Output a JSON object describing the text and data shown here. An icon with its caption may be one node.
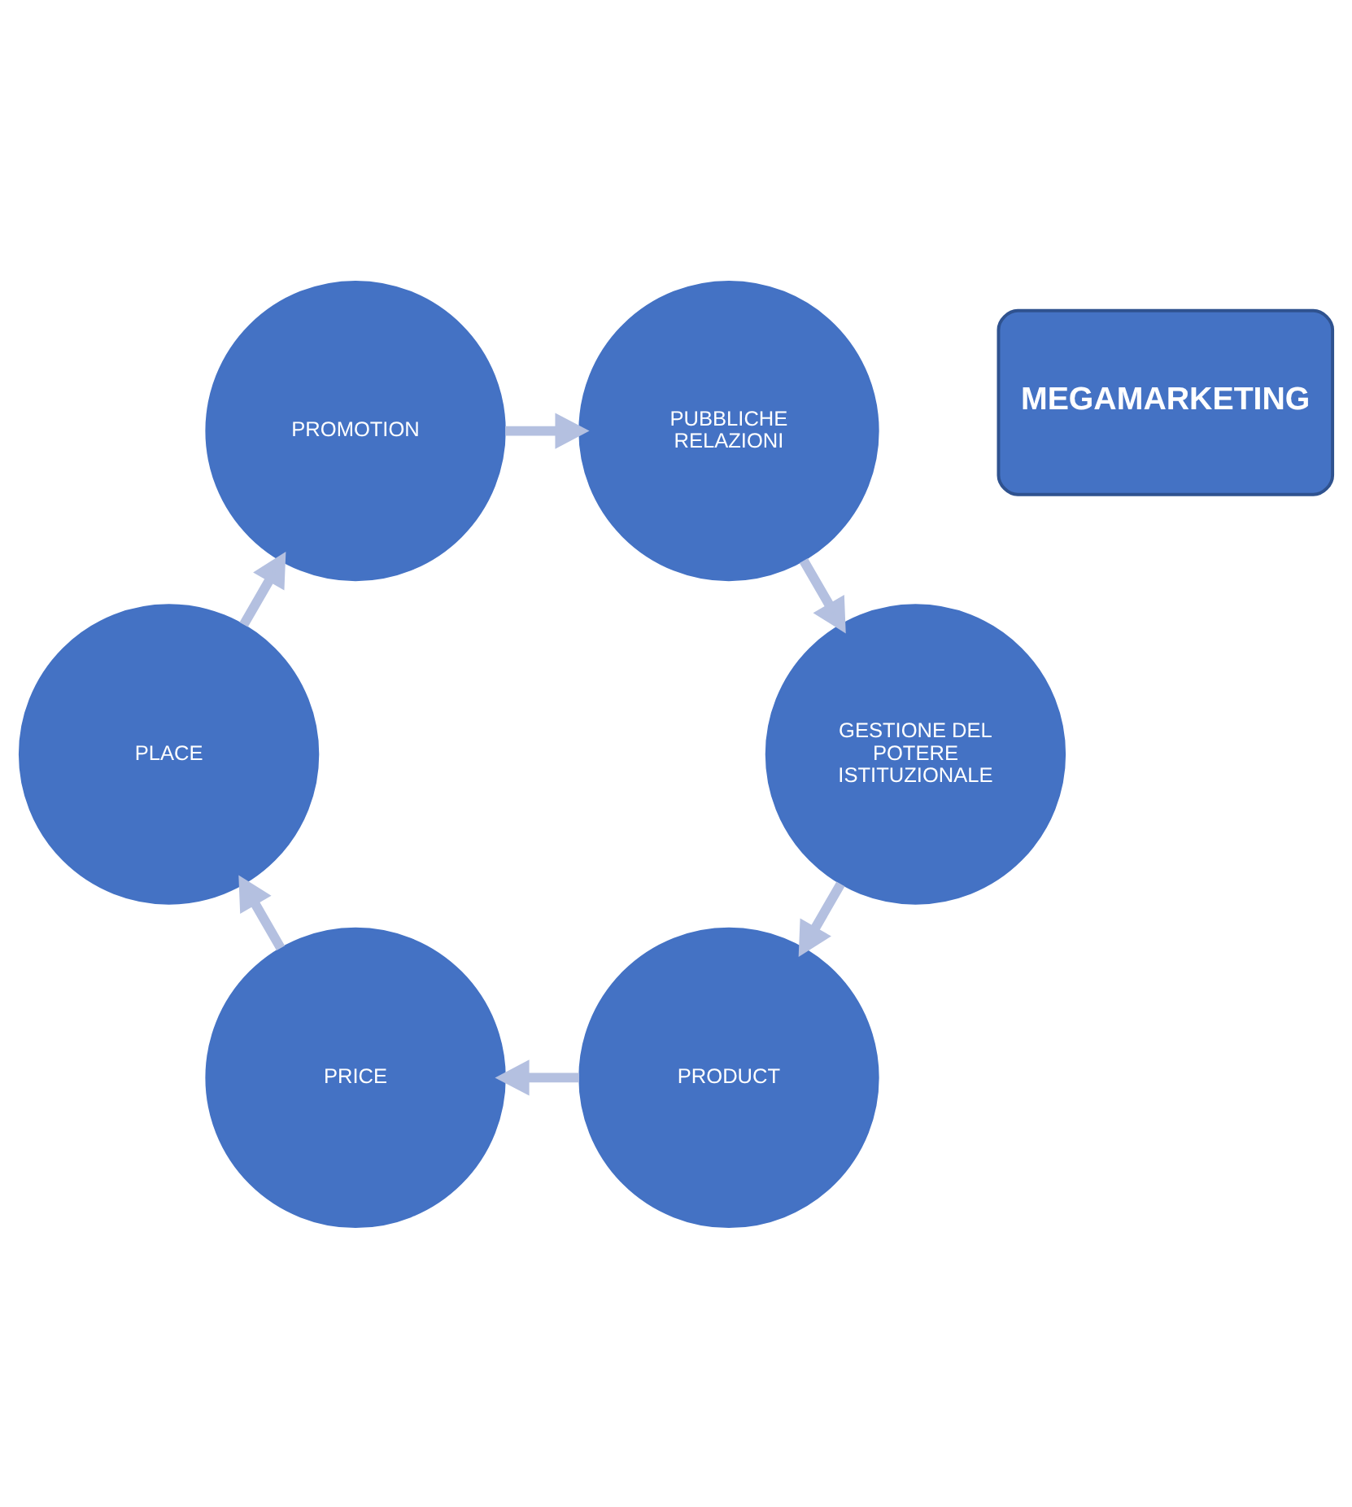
{
  "diagram": {
    "nodes": [
      {
        "text": [
          "PRODUCT"
        ]
      },
      {
        "text": [
          "GESTIONE DEL POTERE ISTITUZIONALE"
        ]
      },
      {
        "text": [
          "PRICE"
        ]
      },
      {
        "text": [
          "MEGAMARKETING"
        ]
      },
      {
        "text": [
          "PUBBLICHE RELAZIONI"
        ]
      },
      {
        "text": [
          "PLACE"
        ]
      },
      {
        "text": [
          "PROMOTION"
        ]
      }
    ],
    "edges": [
      {
        "from": 1,
        "to": 0,
        "arrow": "to"
      },
      {
        "from": 0,
        "to": 2,
        "arrow": "to"
      },
      {
        "from": 2,
        "to": 5,
        "arrow": "to"
      },
      {
        "from": 5,
        "to": 6,
        "arrow": "to"
      },
      {
        "from": 6,
        "to": 4,
        "arrow": "to"
      },
      {
        "from": 4,
        "to": 1,
        "arrow": "to"
      }
    ]
  }
}
